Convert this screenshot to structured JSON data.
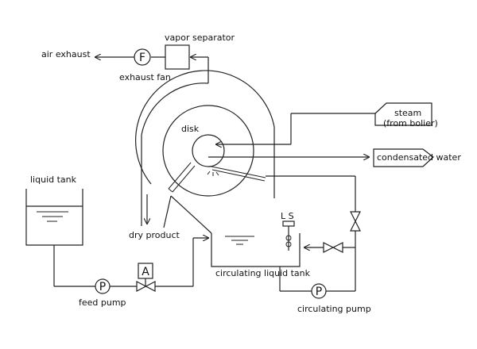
{
  "labels": {
    "vapor_separator": "vapor separator",
    "air_exhaust": "air exhaust",
    "exhaust_fan": "exhaust fan",
    "disk": "disk",
    "steam_line1": "steam",
    "steam_line2": "(from bolier)",
    "condensated_water": "condensated water",
    "liquid_tank": "liquid tank",
    "dry_product": "dry product",
    "ls": "L S",
    "circulating_liquid_tank": "circulating liquid tank",
    "feed_pump": "feed pump",
    "circulating_pump": "circulating pump"
  },
  "symbols": {
    "fan_letter": "F",
    "feed_pump_letter": "P",
    "circ_pump_letter": "P",
    "actuator_letter": "A"
  }
}
